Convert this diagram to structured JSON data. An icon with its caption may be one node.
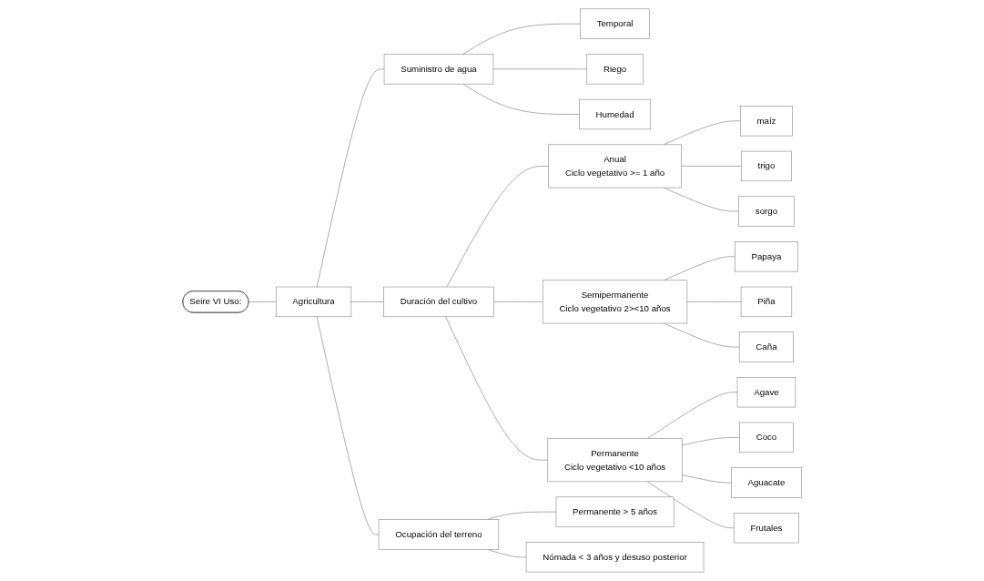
{
  "diagram": {
    "nodes": [
      {
        "text": [
          "Seire VI Uso:"
        ]
      },
      {
        "text": [
          "Agricultura"
        ]
      },
      {
        "text": [
          "Suministro de agua"
        ]
      },
      {
        "text": [
          "Temporal"
        ]
      },
      {
        "text": [
          "Riego"
        ]
      },
      {
        "text": [
          "Humedad"
        ]
      },
      {
        "text": [
          "Duración del cultivo"
        ]
      },
      {
        "text": [
          "Anual",
          "Ciclo vegetativo >= 1 año"
        ]
      },
      {
        "text": [
          "maíz"
        ]
      },
      {
        "text": [
          "trigo"
        ]
      },
      {
        "text": [
          "sorgo"
        ]
      },
      {
        "text": [
          "Semipermanente",
          "Ciclo vegetativo 2><10 años"
        ]
      },
      {
        "text": [
          "Papaya"
        ]
      },
      {
        "text": [
          "Piña"
        ]
      },
      {
        "text": [
          "Caña"
        ]
      },
      {
        "text": [
          "Permanente",
          "Ciclo vegetativo <10 años"
        ]
      },
      {
        "text": [
          "Agave"
        ]
      },
      {
        "text": [
          "Coco"
        ]
      },
      {
        "text": [
          "Aguacate"
        ]
      },
      {
        "text": [
          "Frutales"
        ]
      },
      {
        "text": [
          "Ocupación del terreno"
        ]
      },
      {
        "text": [
          "Permanente > 5 años"
        ]
      },
      {
        "text": [
          "Nómada < 3 años y desuso posterior"
        ]
      }
    ],
    "edges": [
      {
        "from": 0,
        "to": 1,
        "arrow": "none"
      },
      {
        "from": 1,
        "to": 2,
        "arrow": "none"
      },
      {
        "from": 1,
        "to": 6,
        "arrow": "none"
      },
      {
        "from": 1,
        "to": 20,
        "arrow": "none"
      },
      {
        "from": 2,
        "to": 3,
        "arrow": "none"
      },
      {
        "from": 2,
        "to": 4,
        "arrow": "none"
      },
      {
        "from": 2,
        "to": 5,
        "arrow": "none"
      },
      {
        "from": 6,
        "to": 7,
        "arrow": "none"
      },
      {
        "from": 6,
        "to": 11,
        "arrow": "none"
      },
      {
        "from": 6,
        "to": 15,
        "arrow": "none"
      },
      {
        "from": 7,
        "to": 8,
        "arrow": "none"
      },
      {
        "from": 7,
        "to": 9,
        "arrow": "none"
      },
      {
        "from": 7,
        "to": 10,
        "arrow": "none"
      },
      {
        "from": 11,
        "to": 12,
        "arrow": "none"
      },
      {
        "from": 11,
        "to": 13,
        "arrow": "none"
      },
      {
        "from": 11,
        "to": 14,
        "arrow": "none"
      },
      {
        "from": 15,
        "to": 16,
        "arrow": "none"
      },
      {
        "from": 15,
        "to": 17,
        "arrow": "none"
      },
      {
        "from": 15,
        "to": 18,
        "arrow": "none"
      },
      {
        "from": 15,
        "to": 19,
        "arrow": "none"
      },
      {
        "from": 20,
        "to": 21,
        "arrow": "none"
      },
      {
        "from": 20,
        "to": 22,
        "arrow": "none"
      }
    ]
  }
}
